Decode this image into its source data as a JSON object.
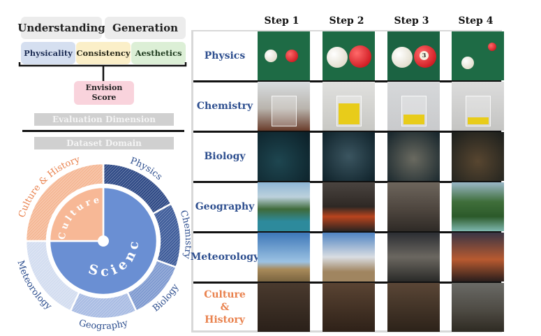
{
  "top_tabs": [
    "Understanding",
    "Generation"
  ],
  "dimensions": [
    {
      "label": "Physicality",
      "color": "#d5dff0",
      "text": "#1e2e55"
    },
    {
      "label": "Consistency",
      "color": "#fbefc8",
      "text": "#2a2a1a"
    },
    {
      "label": "Aesthetics",
      "color": "#dcefd6",
      "text": "#1e3a1e"
    }
  ],
  "score_label": "Envision Score",
  "band_eval": "Evaluation Dimension",
  "band_domain": "Dataset Domain",
  "pie": {
    "inner": [
      {
        "label": "Science",
        "share": 0.75,
        "color": "#6a8fd3"
      },
      {
        "label": "Culture",
        "share": 0.25,
        "color": "#f7b896"
      }
    ],
    "outer": [
      {
        "label": "Physics",
        "share": 0.17,
        "color": "#2f4a86",
        "text": "#2e4f8f"
      },
      {
        "label": "Chemistry",
        "share": 0.135,
        "color": "#3e5c9a",
        "text": "#2e4f8f"
      },
      {
        "label": "Biology",
        "share": 0.125,
        "color": "#7f9ad0",
        "text": "#2e4f8f"
      },
      {
        "label": "Geography",
        "share": 0.14,
        "color": "#a9bce3",
        "text": "#2e4f8f"
      },
      {
        "label": "Meteorology",
        "share": 0.18,
        "color": "#d3ddf0",
        "text": "#2e4f8f"
      },
      {
        "label": "Culture & History",
        "share": 0.25,
        "color": "#f5b896",
        "text": "#e9824e"
      }
    ]
  },
  "steps": [
    "Step 1",
    "Step 2",
    "Step 3",
    "Step 4"
  ],
  "rows": [
    {
      "label": "Physics",
      "color": "#2e4f8f"
    },
    {
      "label": "Chemistry",
      "color": "#2e4f8f"
    },
    {
      "label": "Biology",
      "color": "#2e4f8f"
    },
    {
      "label": "Geography",
      "color": "#2e4f8f"
    },
    {
      "label": "Meteorology",
      "color": "#2e4f8f"
    },
    {
      "label": "Culture & History",
      "color": "#e9824e"
    }
  ],
  "ball_number": "3"
}
